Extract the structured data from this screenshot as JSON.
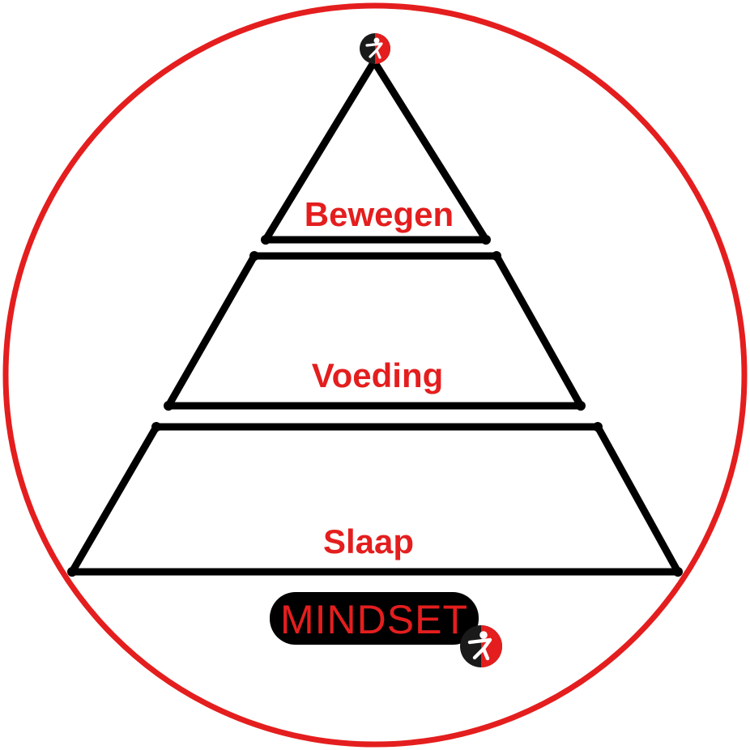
{
  "colors": {
    "accent": "#e41e1e",
    "outline": "#000000",
    "background": "#ffffff"
  },
  "layers": [
    {
      "label": "Bewegen"
    },
    {
      "label": "Voeding"
    },
    {
      "label": "Slaap"
    }
  ],
  "foundation": {
    "label": "MINDSET"
  },
  "logos": [
    {
      "icon": "runner-logo-icon"
    },
    {
      "icon": "runner-logo-icon"
    }
  ]
}
